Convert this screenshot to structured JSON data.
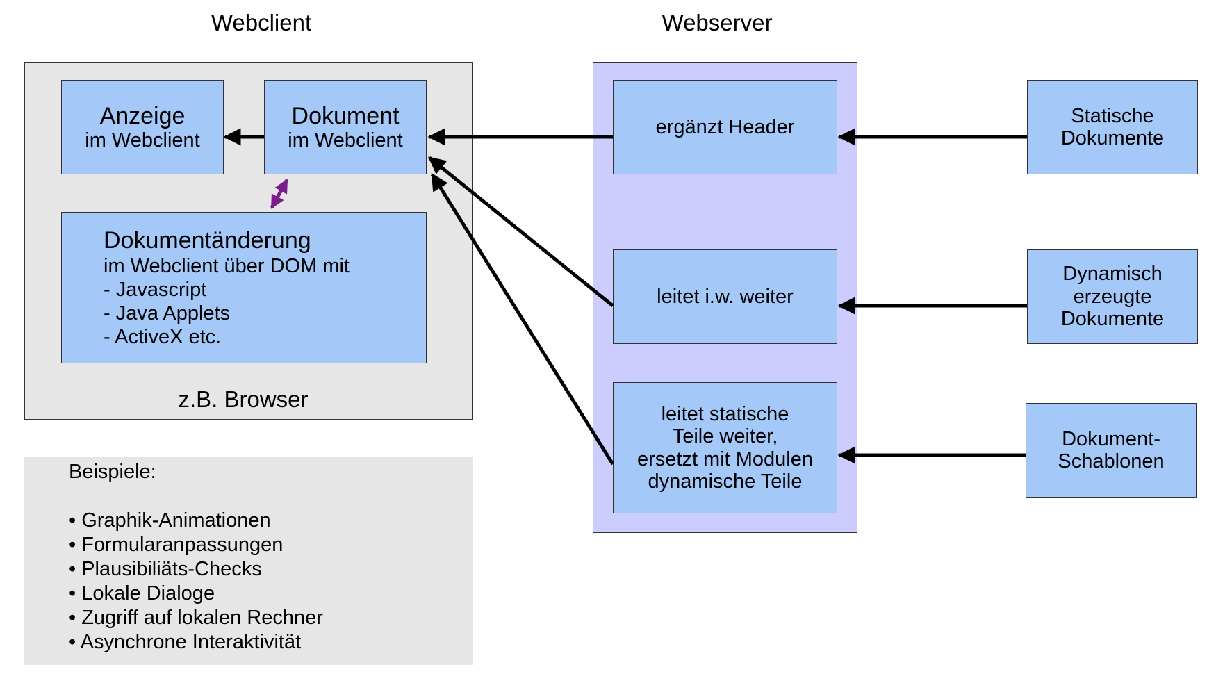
{
  "headings": {
    "webclient": "Webclient",
    "webserver": "Webserver"
  },
  "client": {
    "anzeige": [
      "Anzeige",
      "im Webclient"
    ],
    "dokument": [
      "Dokument",
      "im Webclient"
    ],
    "aenderung": [
      "Dokumentänderung",
      "im Webclient über DOM mit",
      "- Javascript",
      "- Java Applets",
      "- ActiveX etc."
    ],
    "browser_label": "z.B. Browser"
  },
  "server": {
    "header": "ergänzt Header",
    "weiter": "leitet i.w. weiter",
    "statisch": [
      "leitet statische",
      "Teile weiter,",
      "ersetzt mit Modulen",
      "dynamische Teile"
    ]
  },
  "sources": {
    "statisch": [
      "Statische",
      "Dokumente"
    ],
    "dynamisch": [
      "Dynamisch",
      "erzeugte",
      "Dokumente"
    ],
    "schablonen": [
      "Dokument-",
      "Schablonen"
    ]
  },
  "examples": {
    "title": "Beispiele:",
    "items": [
      "• Graphik-Animationen",
      "• Formularanpassungen",
      "• Plausibiliäts-Checks",
      "• Lokale Dialoge",
      "• Zugriff auf lokalen Rechner",
      "• Asynchrone Interaktivität"
    ]
  },
  "colors": {
    "client_bg": "#e6e6e6",
    "server_bg": "#ccccff",
    "box_bg": "#a4c8f8",
    "arrow": "#000000",
    "dom_arrow": "#7a1e8c"
  }
}
